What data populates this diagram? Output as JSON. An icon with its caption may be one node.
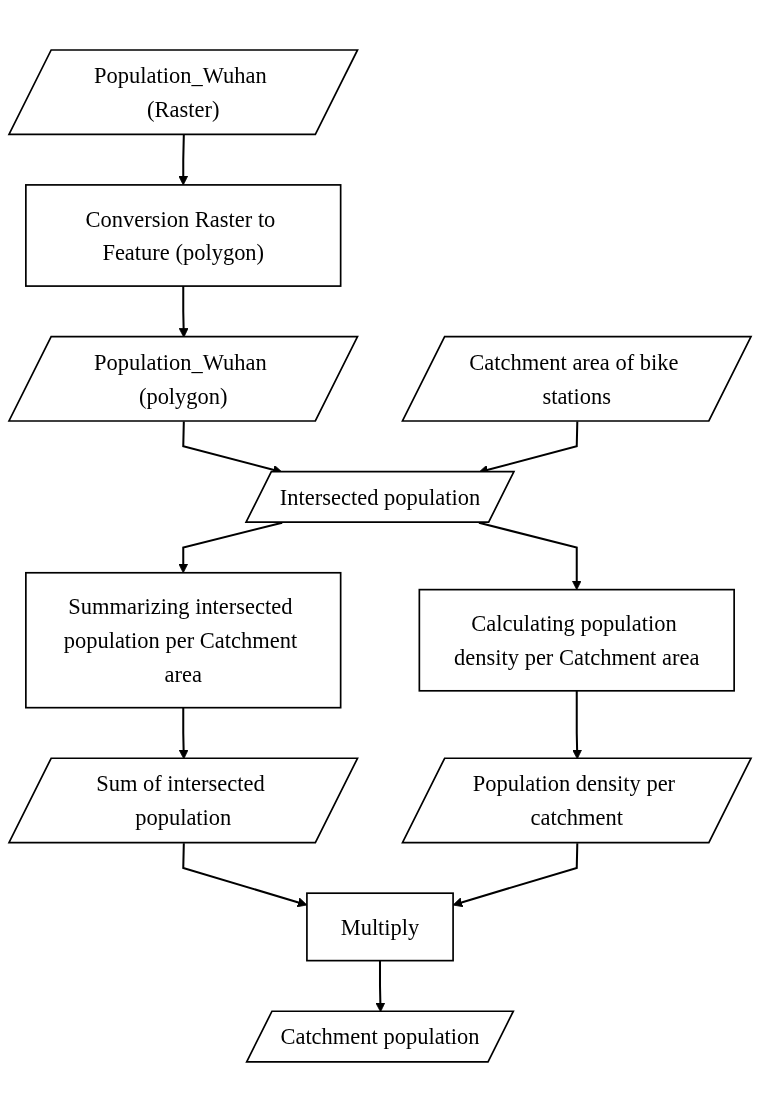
{
  "diagram": {
    "nodes": [
      {
        "text": [
          "Population_Wuhan (Raster)"
        ]
      },
      {
        "text": [
          "Conversion Raster to Feature (polygon)"
        ]
      },
      {
        "text": [
          "Population_Wuhan (polygon)"
        ]
      },
      {
        "text": [
          "Catchment area of bike stations"
        ]
      },
      {
        "text": [
          "Intersected population"
        ]
      },
      {
        "text": [
          "Summarizing intersected population per Catchment area"
        ]
      },
      {
        "text": [
          "Calculating population density per Catchment area"
        ]
      },
      {
        "text": [
          "Sum of intersected population"
        ]
      },
      {
        "text": [
          "Population density per catchment"
        ]
      },
      {
        "text": [
          "Multiply"
        ]
      },
      {
        "text": [
          "Catchment population"
        ]
      }
    ],
    "edges": [
      {
        "from": 0,
        "to": 1,
        "arrow": "to"
      },
      {
        "from": 1,
        "to": 2,
        "arrow": "to"
      },
      {
        "from": 2,
        "to": 4,
        "arrow": "to"
      },
      {
        "from": 3,
        "to": 4,
        "arrow": "to"
      },
      {
        "from": 4,
        "to": 5,
        "arrow": "to"
      },
      {
        "from": 4,
        "to": 6,
        "arrow": "to"
      },
      {
        "from": 5,
        "to": 7,
        "arrow": "to"
      },
      {
        "from": 6,
        "to": 8,
        "arrow": "to"
      },
      {
        "from": 7,
        "to": 9,
        "arrow": "to"
      },
      {
        "from": 8,
        "to": 9,
        "arrow": "to"
      },
      {
        "from": 9,
        "to": 10,
        "arrow": "to"
      }
    ]
  }
}
